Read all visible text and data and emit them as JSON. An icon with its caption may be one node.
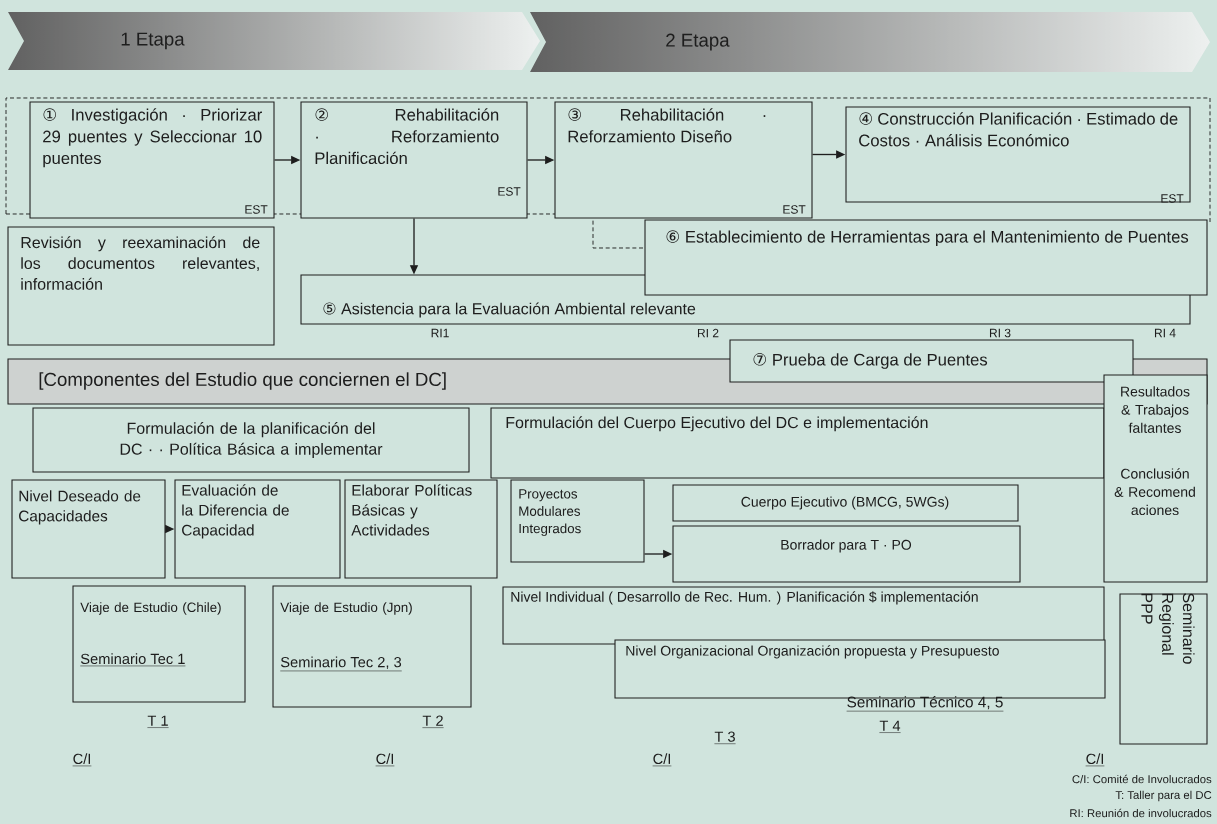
{
  "diagram": {
    "nodes": [
      {
        "text": [
          "1 Etapa"
        ]
      },
      {
        "text": [
          "2 Etapa"
        ]
      },
      {
        "text": [
          "① Investigación · Priorizar 29 puentes y Seleccionar 10 puentes",
          "EST"
        ]
      },
      {
        "text": [
          "② Rehabilitación · Reforzamiento Planificación",
          "EST"
        ]
      },
      {
        "text": [
          "③ Rehabilitación · Reforzamiento Diseño",
          "EST"
        ]
      },
      {
        "text": [
          "④ Construcción Planificación · Estimado de Costos · Análisis Económico",
          "EST"
        ]
      },
      {
        "text": [
          "Revisión y reexaminación de los documentos relevantes, información"
        ]
      },
      {
        "text": [
          "⑤ Asistencia para la Evaluación Ambiental relevante"
        ]
      },
      {
        "text": [
          "⑥ Establecimiento de Herramientas para el Mantenimiento de Puentes"
        ]
      },
      {
        "text": [
          "⑦ Prueba de Carga de Puentes"
        ]
      },
      {
        "text": [
          "[Componentes del Estudio que conciernen el DC]"
        ]
      },
      {
        "text": [
          "Formulación de la planificación del DC · · Política Básica a implementar"
        ]
      },
      {
        "text": [
          "Formulación del Cuerpo Ejecutivo del DC e implementación"
        ]
      },
      {
        "text": [
          "Resultados & Trabajos faltantes",
          "Conclusión & Recomend aciones"
        ]
      },
      {
        "text": [
          "Nivel Deseado de Capacidades"
        ]
      },
      {
        "text": [
          "Evaluación de la Diferencia de Capacidad"
        ]
      },
      {
        "text": [
          "Elaborar Políticas Básicas y Actividades"
        ]
      },
      {
        "text": [
          "Proyectos Modulares Integrados"
        ]
      },
      {
        "text": [
          "Cuerpo Ejecutivo (BMCG, 5WGs)"
        ]
      },
      {
        "text": [
          "Borrador para T · PO"
        ]
      },
      {
        "text": [
          "Viaje de Estudio (Chile)",
          "Seminario Tec 1"
        ],
        "beside": [
          "T 1"
        ]
      },
      {
        "text": [
          "Viaje de Estudio (Jpn)",
          "Seminario Tec 2, 3"
        ],
        "beside": [
          "T 2"
        ]
      },
      {
        "text": [
          "Nivel Individual ( Desarrollo de Rec. Hum. ) Planificación $ implementación"
        ]
      },
      {
        "text": [
          "Nivel Organizacional Organización propuesta y Presupuesto"
        ]
      },
      {
        "text": [
          "Seminario Regional PPP"
        ]
      }
    ],
    "edges": [
      {
        "from": 2,
        "to": 3,
        "arrow": "to"
      },
      {
        "from": 3,
        "to": 4,
        "arrow": "to"
      },
      {
        "from": 4,
        "to": 5,
        "arrow": "to"
      },
      {
        "from": 3,
        "to": 7,
        "arrow": "to"
      },
      {
        "from": 14,
        "to": 15,
        "arrow": "to"
      },
      {
        "from": 17,
        "to": 19,
        "arrow": "to"
      }
    ],
    "labels": [
      "RI1",
      "RI 2",
      "RI 3",
      "RI 4",
      "Seminario Técnico 4, 5",
      "T 4",
      "T 3",
      "C/I",
      "C/I",
      "C/I",
      "C/I",
      "C/I: Comité de Involucrados",
      "T: Taller para el DC",
      "RI: Reunión de involucrados"
    ]
  }
}
